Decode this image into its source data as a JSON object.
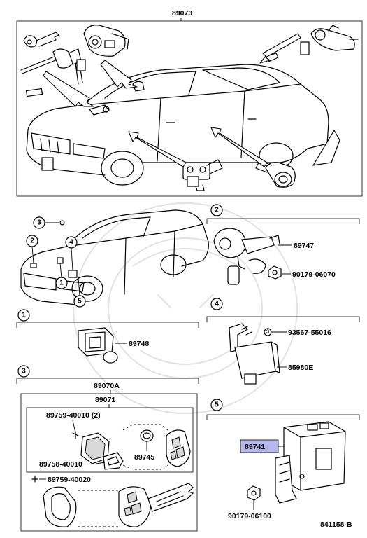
{
  "diagram": {
    "top_group_part": "89073",
    "footer_code": "841158-B",
    "callouts": {
      "c1": "1",
      "c2": "2",
      "c3": "3",
      "c4": "4",
      "c5": "5"
    },
    "section1": {
      "number": "1",
      "part": "89748"
    },
    "section2": {
      "number": "2",
      "parts": [
        "89747",
        "90179-06070"
      ]
    },
    "section3": {
      "number": "3",
      "assembly": "89070A",
      "subassembly": "89071",
      "parts": [
        "89759-40010 (2)",
        "89758-40010",
        "89745",
        "89759-40020"
      ]
    },
    "section4": {
      "number": "4",
      "parts": [
        "93567-55016",
        "85980E"
      ]
    },
    "section5": {
      "number": "5",
      "parts": [
        "89741",
        "90179-06100"
      ],
      "highlighted": "89741"
    },
    "highlight_color": "#b8b8ee"
  }
}
